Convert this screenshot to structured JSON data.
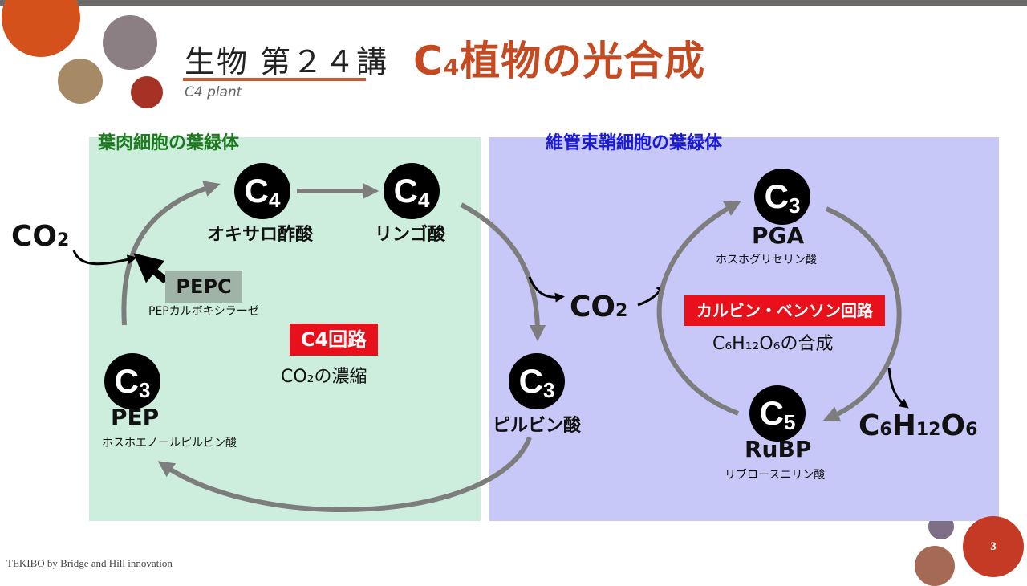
{
  "title": {
    "main": "生物 第２４講",
    "sub_prefix": "C",
    "sub_num": "4",
    "sub_rest": "植物の光合成",
    "english": "C4 plant"
  },
  "panels": {
    "left_label": "葉肉細胞の葉緑体",
    "right_label": "維管束鞘細胞の葉緑体"
  },
  "left": {
    "co2": {
      "base": "CO",
      "sub": "2"
    },
    "c4_a": {
      "letter": "C",
      "num": "4",
      "label": "オキサロ酢酸"
    },
    "c4_b": {
      "letter": "C",
      "num": "4",
      "label": "リンゴ酸"
    },
    "c3_pep": {
      "letter": "C",
      "num": "3",
      "label": "PEP",
      "sublabel": "ホスホエノールピルビン酸"
    },
    "pepc": {
      "label": "PEPC",
      "sublabel": "PEPカルボキシラーゼ"
    },
    "cycle_box": "C4回路",
    "cycle_desc": "CO₂の濃縮"
  },
  "middle": {
    "c3_pyruvate": {
      "letter": "C",
      "num": "3",
      "label": "ピルビン酸"
    },
    "co2": {
      "base": "CO",
      "sub": "2"
    }
  },
  "right": {
    "c3_pga": {
      "letter": "C",
      "num": "3",
      "label": "PGA",
      "sublabel": "ホスホグリセリン酸"
    },
    "c5_rubp": {
      "letter": "C",
      "num": "5",
      "label": "RuBP",
      "sublabel": "リブロースニリン酸"
    },
    "cycle_box": "カルビン・ベンソン回路",
    "cycle_desc": "C₆H₁₂O₆の合成",
    "glucose": {
      "c": "C",
      "c_n": "6",
      "h": "H",
      "h_n": "12",
      "o": "O",
      "o_n": "6"
    }
  },
  "footer": "TEKIBO  by Bridge and Hill innovation",
  "page_number": "3",
  "colors": {
    "left_panel": "#cdeedd",
    "right_panel": "#c8c8f8",
    "left_label": "#1e7a1e",
    "right_label": "#1a1ad6",
    "accent": "#c44a22",
    "arrow": "#7d7d7d"
  }
}
